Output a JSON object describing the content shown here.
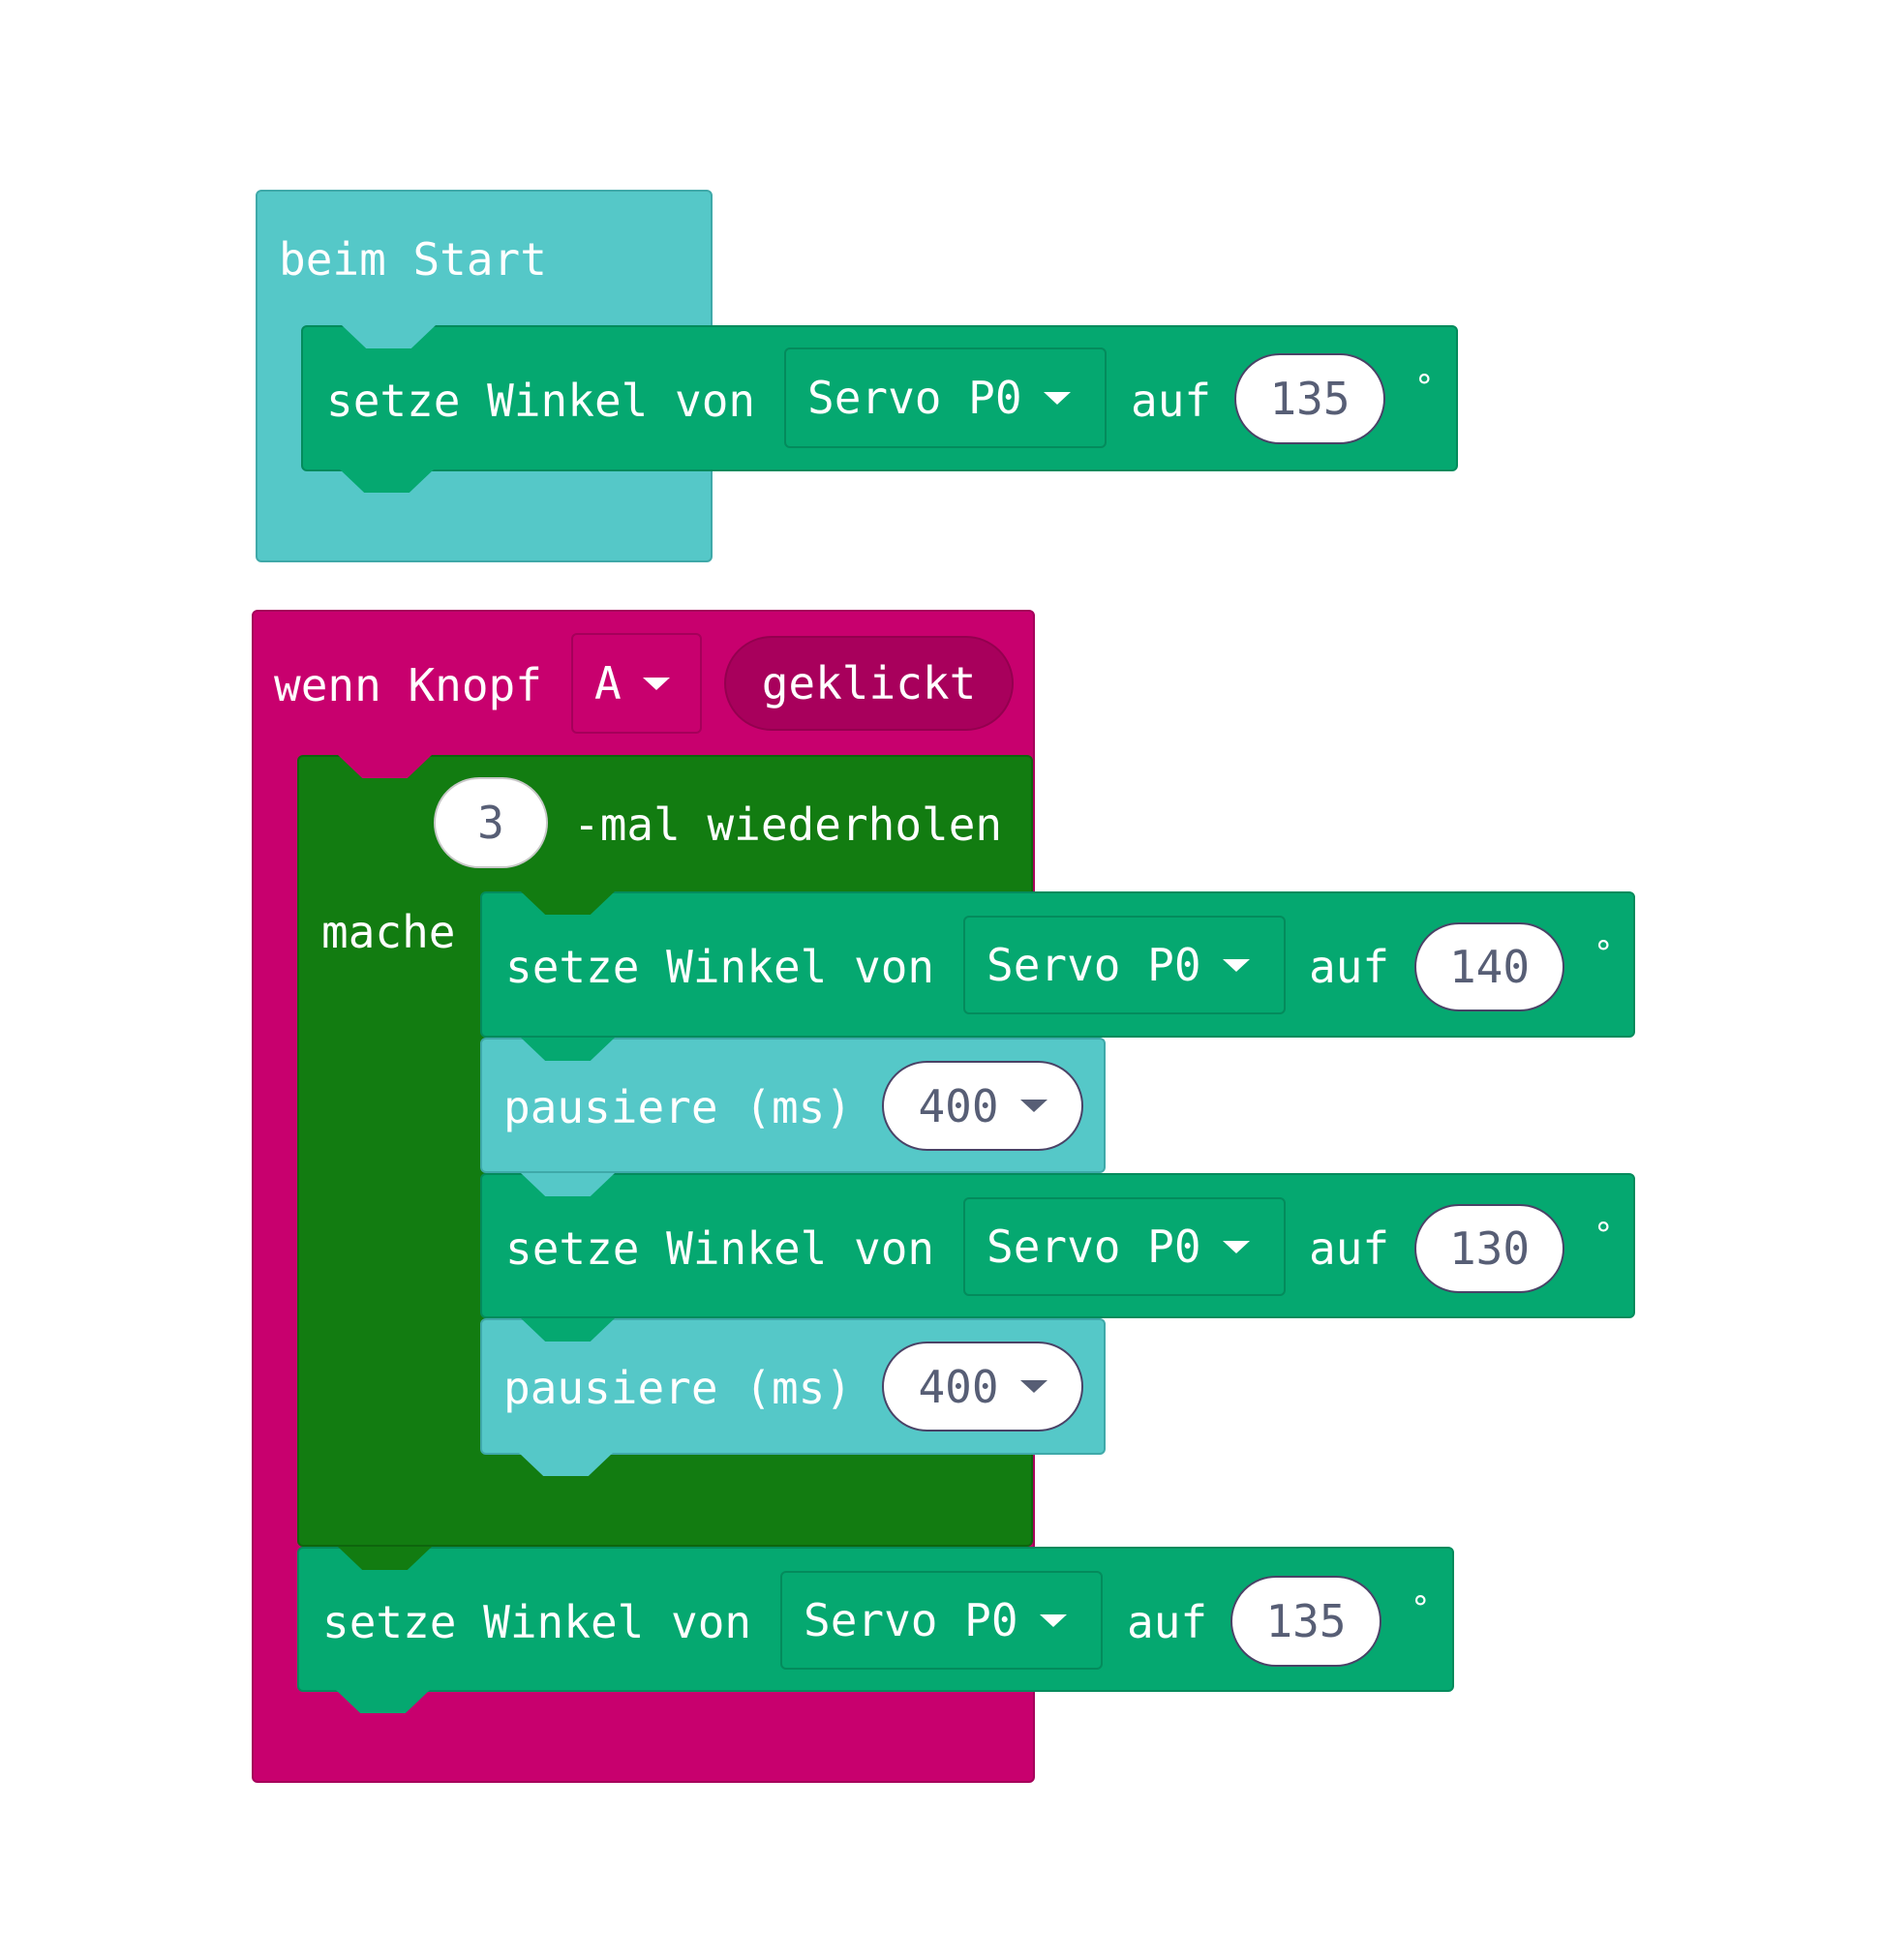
{
  "colors": {
    "events": "#55c8c8",
    "servo": "#05a870",
    "input": "#c8006e",
    "loops": "#127c11",
    "input_shadow": "#a8005c"
  },
  "on_start": {
    "title": "beim Start",
    "servo_block": {
      "words": [
        "setze Winkel von"
      ],
      "servo": "Servo P0",
      "to": "auf",
      "angle": "135",
      "unit": "°"
    }
  },
  "on_button": {
    "prefix": "wenn Knopf",
    "button": "A",
    "event": "geklickt",
    "repeat": {
      "times": "3",
      "label": "-mal wiederholen",
      "do": "mache",
      "body": [
        {
          "type": "servo",
          "words": "setze Winkel von",
          "servo": "Servo P0",
          "to": "auf",
          "angle": "140",
          "unit": "°"
        },
        {
          "type": "pause",
          "words": "pausiere (ms)",
          "value": "400"
        },
        {
          "type": "servo",
          "words": "setze Winkel von",
          "servo": "Servo P0",
          "to": "auf",
          "angle": "130",
          "unit": "°"
        },
        {
          "type": "pause",
          "words": "pausiere (ms)",
          "value": "400"
        }
      ]
    },
    "after": {
      "words": "setze Winkel von",
      "servo": "Servo P0",
      "to": "auf",
      "angle": "135",
      "unit": "°"
    }
  }
}
